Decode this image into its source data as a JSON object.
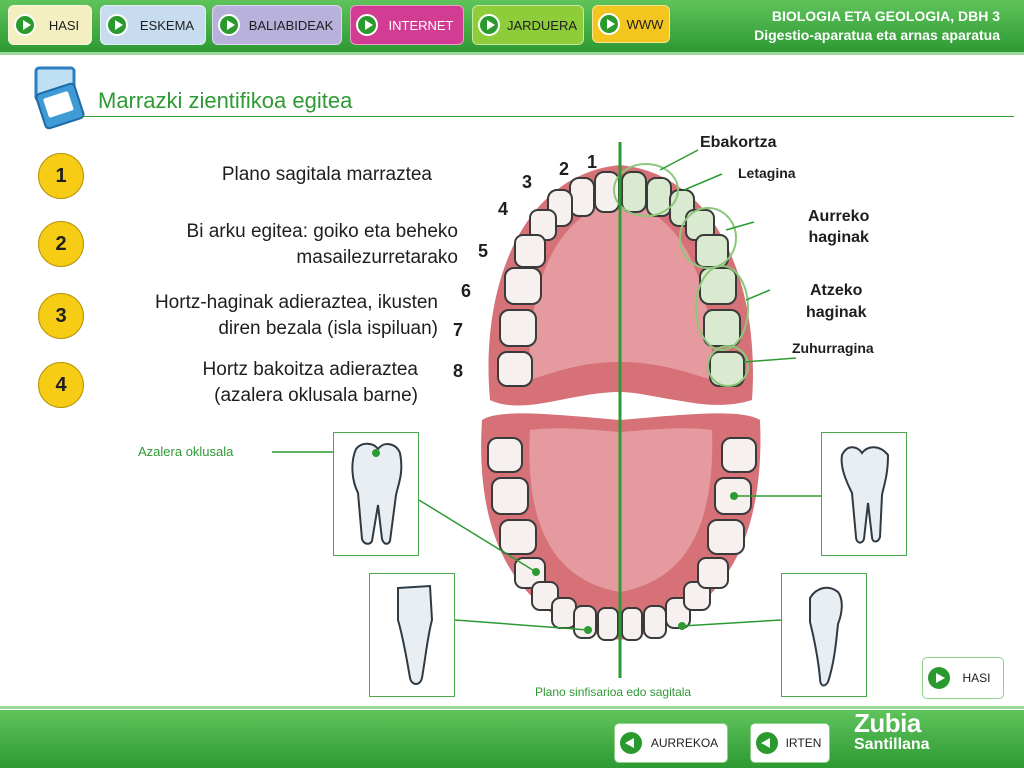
{
  "nav": {
    "buttons": [
      {
        "label": "HASI",
        "color": "#f3efc0"
      },
      {
        "label": "ESKEMA",
        "color": "#c7dcef"
      },
      {
        "label": "BALIABIDEAK",
        "color": "#b7b1dc"
      },
      {
        "label": "INTERNET",
        "color": "#d23c93"
      },
      {
        "label": "JARDUERA",
        "color": "#8fcc3a"
      },
      {
        "label": "WWW",
        "color": "#f3c61f"
      }
    ]
  },
  "course": {
    "line1": "BIOLOGIA ETA GEOLOGIA, DBH 3",
    "line2": "Digestio-aparatua eta arnas aparatua"
  },
  "page_title": "Marrazki zientifikoa egitea",
  "steps": [
    {
      "num": "1",
      "text": "Plano sagitala marraztea"
    },
    {
      "num": "2",
      "line1": "Bi arku egitea: goiko eta beheko",
      "line2": "masailezurretarako"
    },
    {
      "num": "3",
      "line1": "Hortz-haginak adieraztea, ikusten",
      "line2": "diren bezala (isla ispiluan)"
    },
    {
      "num": "4",
      "line1": "Hortz bakoitza adieraztea",
      "line2": "(azalera oklusala barne)"
    }
  ],
  "tooth_numbers": [
    "1",
    "2",
    "3",
    "4",
    "5",
    "6",
    "7",
    "8"
  ],
  "labels": {
    "ebakortza": "Ebakortza",
    "letagina": "Letagina",
    "aurreko_1": "Aurreko",
    "aurreko_2": "haginak",
    "atzeko_1": "Atzeko",
    "atzeko_2": "haginak",
    "zuhurragina": "Zuhurragina",
    "azalera": "Azalera oklusala",
    "plano": "Plano sinfisarioa edo sagitala"
  },
  "hasi_small": "HASI",
  "bottom": {
    "prev": "AURREKOA",
    "exit": "IRTEN"
  },
  "brand": {
    "line1": "Zubia",
    "line2": "Santillana"
  },
  "colors": {
    "accent": "#2e9a33",
    "step": "#f6cc14",
    "gum": "#d57177"
  }
}
